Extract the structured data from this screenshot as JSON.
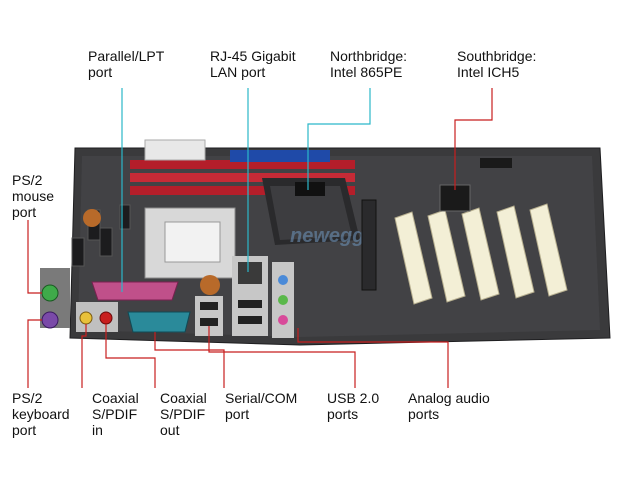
{
  "labels": {
    "parallel": "Parallel/LPT\nport",
    "rj45": "RJ-45 Gigabit\nLAN port",
    "northbridge": "Northbridge:\nIntel 865PE",
    "southbridge": "Southbridge:\nIntel ICH5",
    "ps2_mouse": "PS/2\nmouse\nport",
    "ps2_keyboard": "PS/2\nkeyboard\nport",
    "spdif_in": "Coaxial\nS/PDIF\nin",
    "spdif_out": "Coaxial\nS/PDIF\nout",
    "serial": "Serial/COM\nport",
    "usb": "USB 2.0\nports",
    "audio": "Analog audio\nports"
  },
  "watermark": "newegg",
  "colors": {
    "leader_cyan": "#2bb7c9",
    "leader_red": "#c81e1e",
    "board": "#3a3a3c"
  }
}
